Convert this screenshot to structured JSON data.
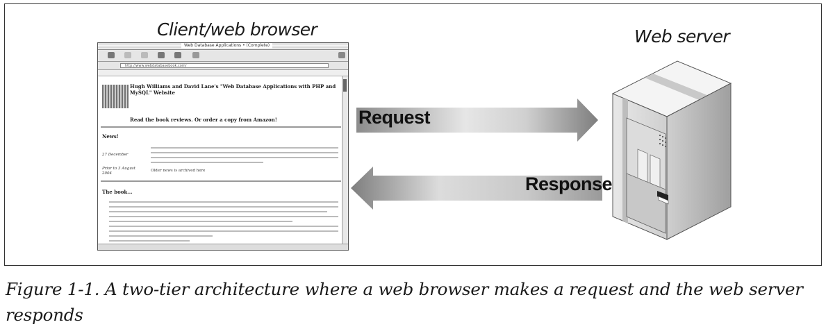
{
  "diagram": {
    "client_label": "Client/web browser",
    "server_label": "Web server",
    "request_label": "Request",
    "response_label": "Response"
  },
  "browser_mock": {
    "window_title": "Web Database Applications • (Complete)",
    "address": "http://www.webdatabasebook.com/",
    "heading": "Hugh Williams and David Lane's \"Web Database Applications with PHP and MySQL\" Website",
    "tagline": "Read the book reviews. Or order a copy from Amazon!",
    "news_heading": "News!",
    "news_date_1": "27 December",
    "news_date_2": "Prior to 3 August 2004",
    "news_text_2": "Older news is archived here",
    "book_heading": "The book..."
  },
  "caption": "Figure 1-1. A two-tier architecture where a web browser makes a request and the web server responds",
  "colors": {
    "arrow_dark": "#8c8c8c",
    "arrow_light": "#f2f2f2",
    "server_face": "#e0e0e0",
    "server_side": "#bdbdbd"
  }
}
